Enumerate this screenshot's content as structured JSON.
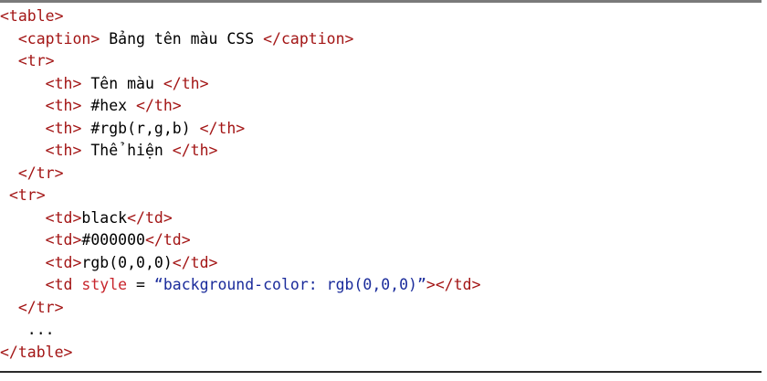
{
  "code": {
    "lines": [
      [
        {
          "t": "<table>",
          "c": "tag"
        }
      ],
      [
        {
          "t": "  ",
          "c": "txt"
        },
        {
          "t": "<caption>",
          "c": "tag"
        },
        {
          "t": " Bảng tên màu CSS ",
          "c": "txt"
        },
        {
          "t": "</caption>",
          "c": "tag"
        }
      ],
      [
        {
          "t": "  ",
          "c": "txt"
        },
        {
          "t": "<tr>",
          "c": "tag"
        }
      ],
      [
        {
          "t": "     ",
          "c": "txt"
        },
        {
          "t": "<th>",
          "c": "tag"
        },
        {
          "t": " Tên màu ",
          "c": "txt"
        },
        {
          "t": "</th>",
          "c": "tag"
        }
      ],
      [
        {
          "t": "     ",
          "c": "txt"
        },
        {
          "t": "<th>",
          "c": "tag"
        },
        {
          "t": " #hex ",
          "c": "txt"
        },
        {
          "t": "</th>",
          "c": "tag"
        }
      ],
      [
        {
          "t": "     ",
          "c": "txt"
        },
        {
          "t": "<th>",
          "c": "tag"
        },
        {
          "t": " #rgb(r,g,b) ",
          "c": "txt"
        },
        {
          "t": "</th>",
          "c": "tag"
        }
      ],
      [
        {
          "t": "     ",
          "c": "txt"
        },
        {
          "t": "<th>",
          "c": "tag"
        },
        {
          "t": " Thể hiện ",
          "c": "txt"
        },
        {
          "t": "</th>",
          "c": "tag"
        }
      ],
      [
        {
          "t": "  ",
          "c": "txt"
        },
        {
          "t": "</tr>",
          "c": "tag"
        }
      ],
      [
        {
          "t": " ",
          "c": "txt"
        },
        {
          "t": "<tr>",
          "c": "tag"
        }
      ],
      [
        {
          "t": "     ",
          "c": "txt"
        },
        {
          "t": "<td>",
          "c": "tag"
        },
        {
          "t": "black",
          "c": "txt"
        },
        {
          "t": "</td>",
          "c": "tag"
        }
      ],
      [
        {
          "t": "     ",
          "c": "txt"
        },
        {
          "t": "<td>",
          "c": "tag"
        },
        {
          "t": "#000000",
          "c": "txt"
        },
        {
          "t": "</td>",
          "c": "tag"
        }
      ],
      [
        {
          "t": "     ",
          "c": "txt"
        },
        {
          "t": "<td>",
          "c": "tag"
        },
        {
          "t": "rgb(0,0,0)",
          "c": "txt"
        },
        {
          "t": "</td>",
          "c": "tag"
        }
      ],
      [
        {
          "t": "     ",
          "c": "txt"
        },
        {
          "t": "<td",
          "c": "tag"
        },
        {
          "t": " ",
          "c": "txt"
        },
        {
          "t": "style",
          "c": "attr"
        },
        {
          "t": " = ",
          "c": "txt"
        },
        {
          "t": "“background-color: rgb(0,0,0)”",
          "c": "str"
        },
        {
          "t": "></td>",
          "c": "tag"
        }
      ],
      [
        {
          "t": "  ",
          "c": "txt"
        },
        {
          "t": "</tr>",
          "c": "tag"
        }
      ],
      [
        {
          "t": "   ...",
          "c": "txt"
        }
      ],
      [
        {
          "t": "</table>",
          "c": "tag"
        }
      ]
    ]
  },
  "colors": {
    "tag": "#a31515",
    "attribute": "#c8252c",
    "string": "#1a2b9b",
    "text": "#000000",
    "top_rule": "#7a7a7a",
    "bottom_rule": "#2a2a2a"
  }
}
